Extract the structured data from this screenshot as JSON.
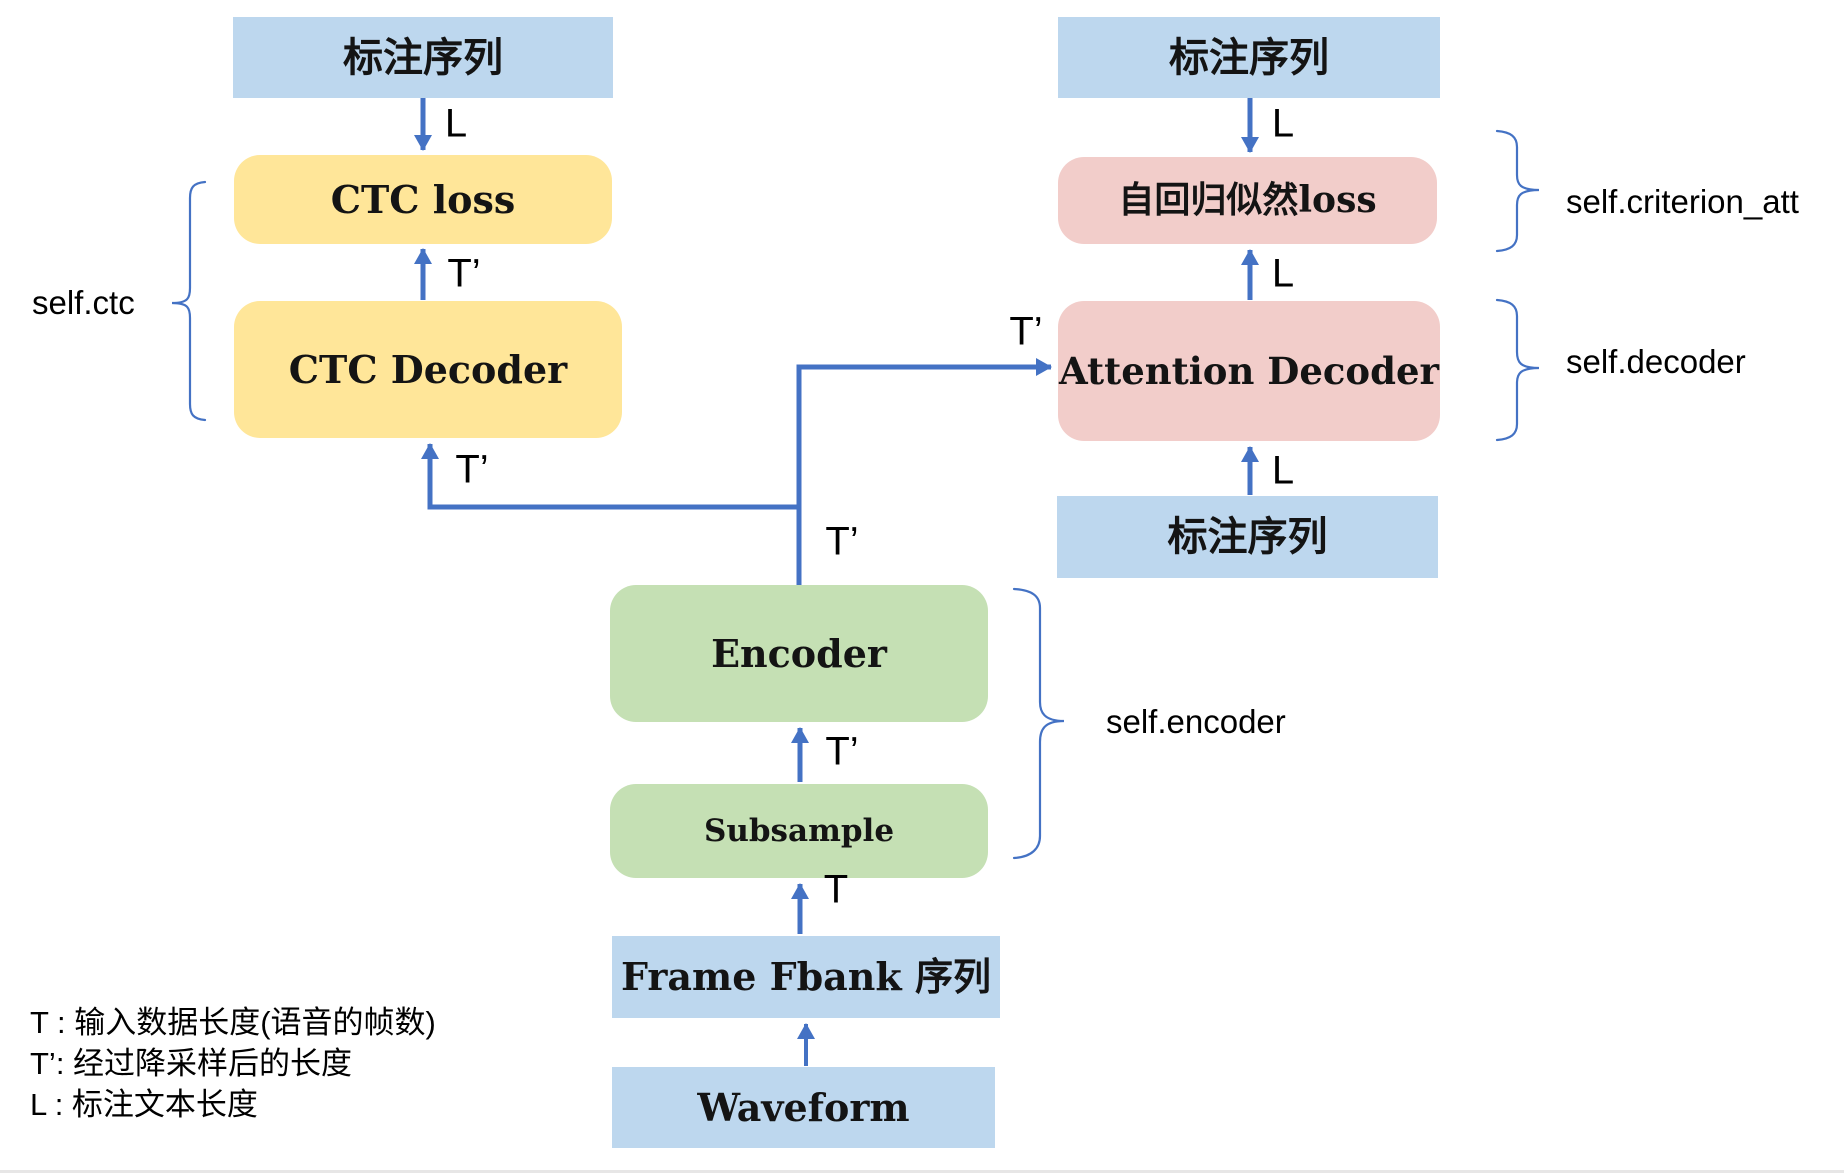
{
  "colors": {
    "box_blue": "#BDD7EE",
    "box_yellow": "#FFE699",
    "box_green": "#C5E0B4",
    "box_pink": "#F2CDCA",
    "arrow": "#4472C4"
  },
  "boxes": {
    "label_seq_left": "标注序列",
    "ctc_loss": "CTC loss",
    "ctc_decoder": "CTC Decoder",
    "label_seq_right_top": "标注序列",
    "autoregressive_loss": "自回归似然loss",
    "attention_decoder": "Attention Decoder",
    "label_seq_right_bottom": "标注序列",
    "encoder": "Encoder",
    "subsample": "Subsample",
    "frame_fbank": "Frame Fbank 序列",
    "waveform": "Waveform"
  },
  "module_labels": {
    "ctc": "self.ctc",
    "criterion_att": "self.criterion_att",
    "decoder": "self.decoder",
    "encoder": "self.encoder"
  },
  "arrow_labels": {
    "l_top_left": "L",
    "t_prime_ctc_loss": "T’",
    "t_prime_ctc_decoder": "T’",
    "t_prime_encoder_out": "T’",
    "t_prime_to_attention": "T’",
    "t_prime_encoder_in": "T’",
    "t_subsample_in": "T",
    "l_top_right": "L",
    "l_attention_out": "L",
    "l_attention_in": "L"
  },
  "legend": {
    "line1": "T : 输入数据长度(语音的帧数)",
    "line2": "T’: 经过降采样后的长度",
    "line3": "L : 标注文本长度"
  }
}
